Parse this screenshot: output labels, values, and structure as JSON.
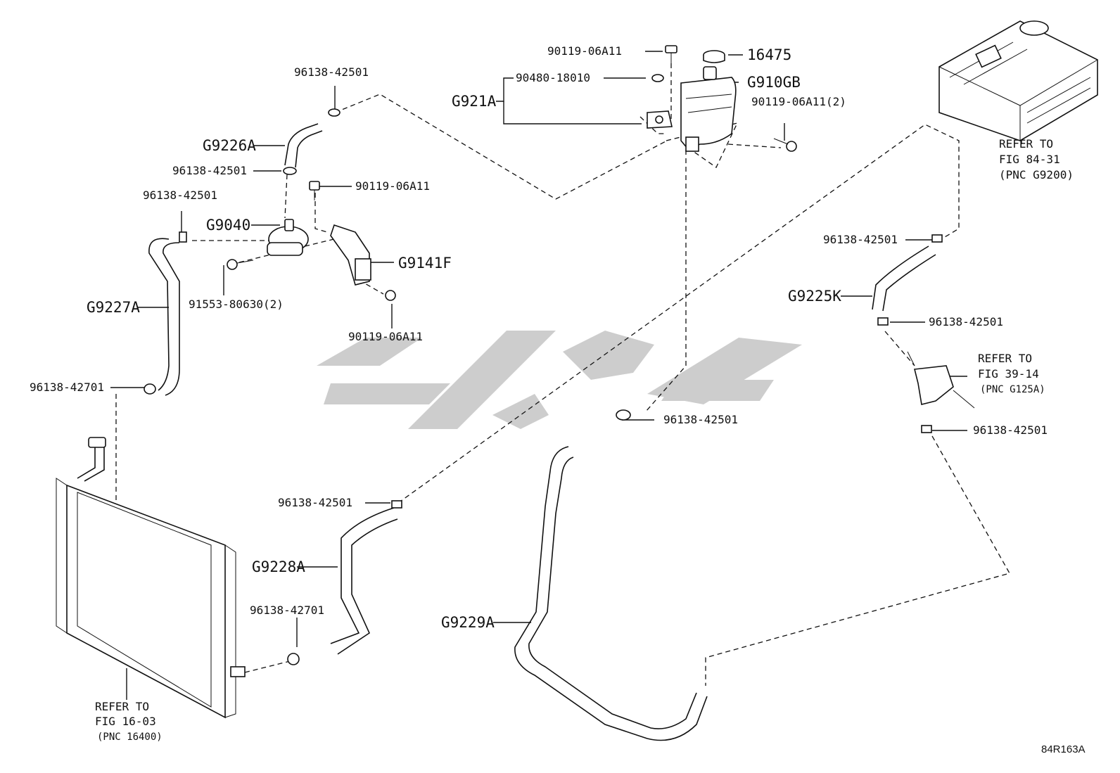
{
  "diagram_code": "84R163A",
  "watermark_color": "#c8c8c8",
  "labels": {
    "p_16475": "16475",
    "p_G910GB": "G910GB",
    "p_G921A": "G921A",
    "p_G9226A": "G9226A",
    "p_G9040": "G9040",
    "p_G9141F": "G9141F",
    "p_G9227A": "G9227A",
    "p_G9225K": "G9225K",
    "p_G9228A": "G9228A",
    "p_G9229A": "G9229A",
    "n_90119_top": "90119-06A11",
    "n_90480": "90480-18010",
    "n_90119_2": "90119-06A11(2)",
    "n_96138_a": "96138-42501",
    "n_96138_b": "96138-42501",
    "n_96138_c": "96138-42501",
    "n_90119_mid": "90119-06A11",
    "n_91553": "91553-80630(2)",
    "n_90119_low": "90119-06A11",
    "n_96138_42701_a": "96138-42701",
    "n_96138_42701_b": "96138-42701",
    "n_96138_d": "96138-42501",
    "n_96138_e": "96138-42501",
    "n_96138_f": "96138-42501",
    "n_96138_g": "96138-42501",
    "n_96138_h": "96138-42501"
  },
  "references": {
    "inverter": [
      "REFER TO",
      "FIG 84-31",
      "(PNC G9200)"
    ],
    "fig39": [
      "REFER TO",
      "FIG 39-14",
      "(PNC G125A)"
    ],
    "radiator": [
      "REFER TO",
      "FIG 16-03",
      "(PNC 16400)"
    ]
  }
}
